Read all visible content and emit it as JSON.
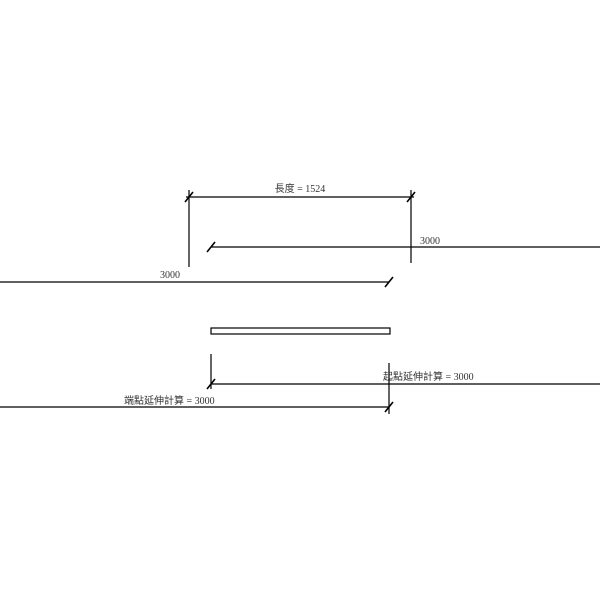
{
  "dimensions": {
    "length_label": "長度 = 1524",
    "upper_right_label": "3000",
    "upper_left_label": "3000",
    "start_extension_label": "起點延伸計算 = 3000",
    "end_extension_label": "端點延伸計算 = 3000"
  }
}
